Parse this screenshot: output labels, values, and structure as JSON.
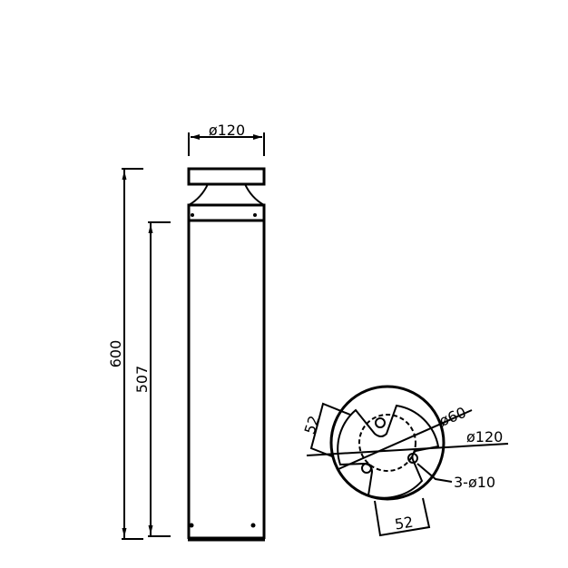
{
  "side_view": {
    "top_diameter": "ø120",
    "total_height": "600",
    "body_height": "507"
  },
  "base_view": {
    "bolt_circle": "ø60",
    "outer_diameter": "ø120",
    "holes": "3-ø10",
    "slot_width_left": "52",
    "slot_width_bottom": "52"
  },
  "colors": {
    "line": "#000000",
    "background": "#ffffff"
  }
}
